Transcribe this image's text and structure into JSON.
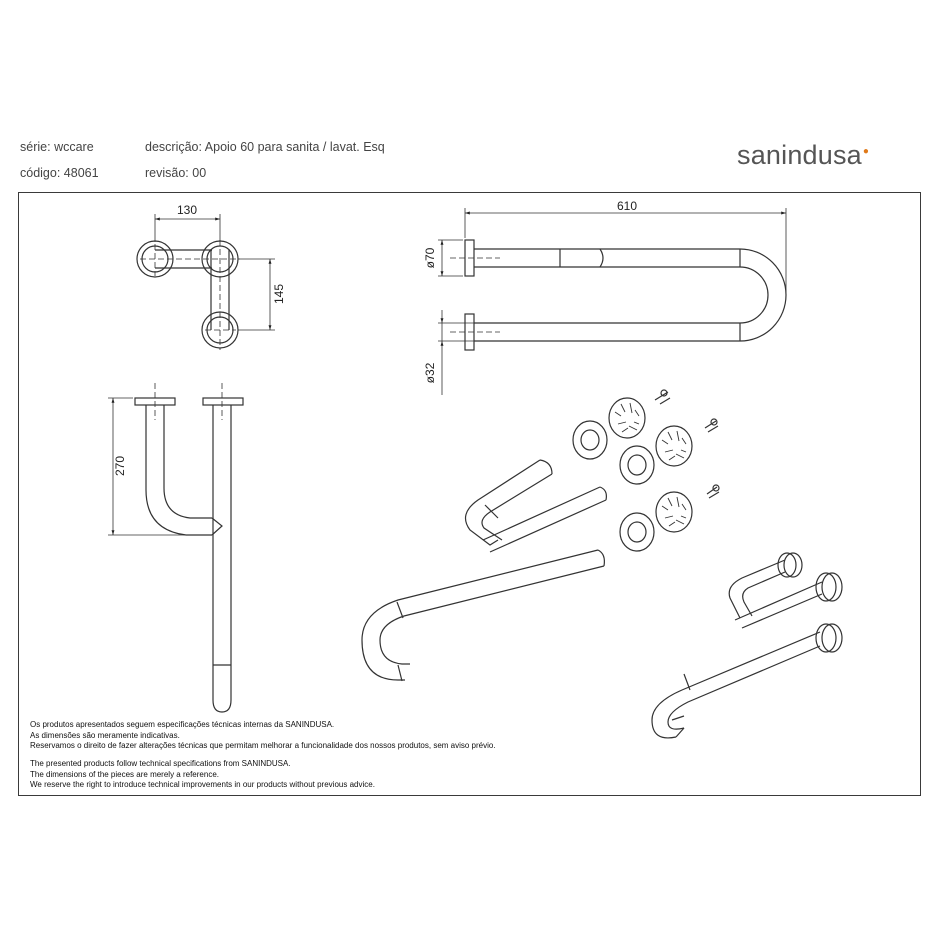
{
  "header": {
    "serie_label": "série:",
    "serie_value": "wccare",
    "codigo_label": "código:",
    "codigo_value": "48061",
    "descricao_label": "descrição:",
    "descricao_value": "Apoio 60 para sanita / lavat. Esq",
    "revisao_label": "revisão:",
    "revisao_value": "00"
  },
  "brand": {
    "name_light": "san",
    "name_bold": "indusa",
    "accent_color": "#e07a1a"
  },
  "dimensions": {
    "top_width": "130",
    "top_depth": "145",
    "side_height": "270",
    "overall_length": "610",
    "flange_diameter": "ø70",
    "tube_diameter": "ø32"
  },
  "disclaimer": {
    "pt": [
      "Os produtos apresentados seguem especificações técnicas internas da SANINDUSA.",
      "As dimensões são meramente indicativas.",
      "Reservamos o direito de fazer alterações técnicas que permitam melhorar a funcionalidade dos nossos produtos, sem aviso prévio."
    ],
    "en": [
      "The presented products follow technical specifications from SANINDUSA.",
      "The dimensions of the pieces are merely a reference.",
      "We reserve the right to introduce technical improvements in our products without previous advice."
    ]
  },
  "colors": {
    "line": "#333333",
    "frame": "#3a3a3a"
  }
}
